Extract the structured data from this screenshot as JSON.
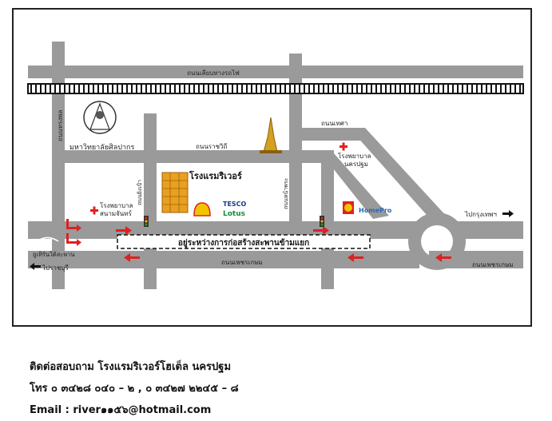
{
  "map": {
    "labels": {
      "railway_road": "ถนนเลียบทางรถไฟ",
      "road_left_vertical": "ถนนทรงพล",
      "university": "มหาวิทยาลัยศิลปากร",
      "rajvithi_road": "ถนนราชวิถี",
      "tesa_road": "ถนนเทศา",
      "hospital_right": "โรงพยาบาล\nนครปฐม",
      "hotel_name": "โรงแรมริเวอร์",
      "road_vertical_mid": "ถนนยิงเป้า",
      "road_vertical_right": "ถนนหน้าพระ",
      "hospital_left": "โรงพยาบาล\nสนามจันทร์",
      "tesco_top": "TESCO",
      "tesco_bottom": "Lotus",
      "homepro": "HomePro",
      "to_bangkok": "ไปกรุงเทพฯ",
      "construction_note": "อยู่ระหว่างการก่อสร้างสะพานข้ามแยก",
      "u_turn_under_bridge": "ยูเทิร์นใต้สะพาน",
      "to_ratchaburi": "ไปราชบุรี",
      "phetkasem_road_center": "ถนนเพชรเกษม",
      "phetkasem_road_right": "ถนนเพชรเกษม"
    },
    "colors": {
      "road": "#9a9a9a",
      "arrow": "#e02020",
      "hospital_cross": "#e02020",
      "hotel": "#e8a020"
    }
  },
  "contact": {
    "line1": "ติดต่อสอบถาม โรงแรมริเวอร์โฮเต็ล นครปฐม",
    "line2": "โทร ๐ ๓๔๒๘ ๐๔๐ – ๒ , ๐ ๓๔๒๗ ๒๒๔๕ – ๘",
    "line3": "Email : river๑๑๕๖@hotmail.com"
  }
}
